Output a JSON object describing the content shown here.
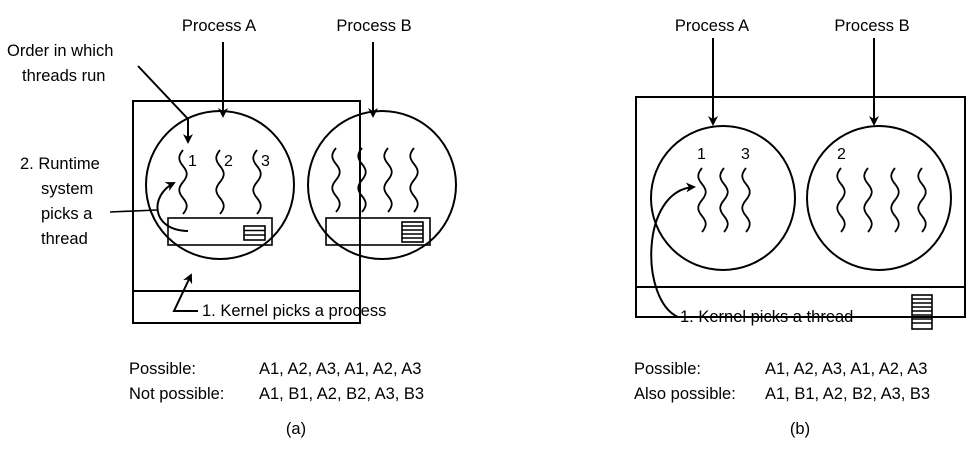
{
  "panels": [
    {
      "id": "a",
      "caption": "(a)",
      "process_labels": [
        "Process A",
        "Process B"
      ],
      "annotations": {
        "order": [
          "Order in which",
          "threads run"
        ],
        "runtime": [
          "2. Runtime",
          "system",
          "picks a",
          "thread"
        ],
        "kernel": "1. Kernel picks a process"
      },
      "thread_numbers": [
        "1",
        "2",
        "3"
      ],
      "sequences": [
        {
          "label": "Possible:",
          "value": "A1, A2, A3, A1, A2, A3"
        },
        {
          "label": "Not possible:",
          "value": "A1, B1, A2, B2, A3, B3"
        }
      ]
    },
    {
      "id": "b",
      "caption": "(b)",
      "process_labels": [
        "Process A",
        "Process B"
      ],
      "annotations": {
        "kernel": "1. Kernel picks a thread"
      },
      "thread_numbers": [
        "1",
        "3",
        "2"
      ],
      "sequences": [
        {
          "label": "Possible:",
          "value": "A1, A2, A3, A1, A2, A3"
        },
        {
          "label": "Also possible:",
          "value": "A1, B1, A2, B2, A3, B3"
        }
      ]
    }
  ]
}
